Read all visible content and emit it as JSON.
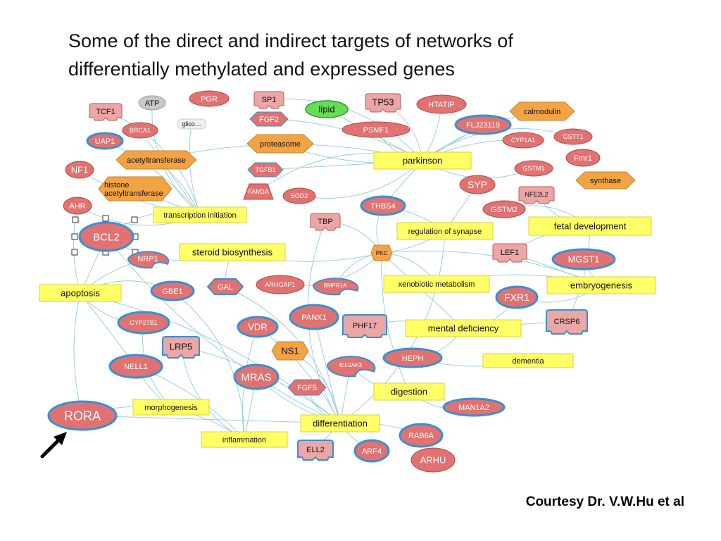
{
  "title": {
    "line1": "Some of the direct and indirect targets of networks of",
    "line2": "differentially methylated and expressed genes"
  },
  "courtesy": "Courtesy Dr. V.W.Hu et al",
  "colors": {
    "gene_fill": "#e07272",
    "gene_ring": "#3a8fd4",
    "process_fill": "#ffff66",
    "family_fill": "#f2a444",
    "lipid_fill": "#66dd55",
    "atp_fill": "#c8c8c8",
    "edge": "#8cc6dc"
  },
  "nodes": [
    {
      "label": "TCF1",
      "kind": "tab"
    },
    {
      "label": "ATP",
      "kind": "gray"
    },
    {
      "label": "PGR",
      "kind": "gene"
    },
    {
      "label": "SP1",
      "kind": "tab"
    },
    {
      "label": "TP53",
      "kind": "tab"
    },
    {
      "label": "lipid",
      "kind": "lipid"
    },
    {
      "label": "HTATIP",
      "kind": "gene"
    },
    {
      "label": "calmodulin",
      "kind": "hex"
    },
    {
      "label": "glico…",
      "kind": "small"
    },
    {
      "label": "FGF2",
      "kind": "diamond"
    },
    {
      "label": "BRCA1",
      "kind": "gene"
    },
    {
      "label": "PSMF1",
      "kind": "gene"
    },
    {
      "label": "FLJ23119",
      "kind": "ring"
    },
    {
      "label": "UAP1",
      "kind": "ring"
    },
    {
      "label": "proteasome",
      "kind": "hex"
    },
    {
      "label": "CYP1A1",
      "kind": "gene"
    },
    {
      "label": "GSTT1",
      "kind": "gene"
    },
    {
      "label": "acetyltransferase",
      "kind": "hex"
    },
    {
      "label": "parkinson",
      "kind": "process"
    },
    {
      "label": "Fmr1",
      "kind": "gene"
    },
    {
      "label": "NF1",
      "kind": "gene"
    },
    {
      "label": "TGFB1",
      "kind": "diamond"
    },
    {
      "label": "GSTM1",
      "kind": "gene"
    },
    {
      "label": "synthase",
      "kind": "hex"
    },
    {
      "label": "FAM3A",
      "kind": "triangle"
    },
    {
      "label": "SOD2",
      "kind": "gene"
    },
    {
      "label": "SYP",
      "kind": "gene"
    },
    {
      "label": "NFE2L2",
      "kind": "tab"
    },
    {
      "label": "AHR",
      "kind": "gene"
    },
    {
      "label": "transcription initiation",
      "kind": "process"
    },
    {
      "label": "THBS4",
      "kind": "ring"
    },
    {
      "label": "GSTM2",
      "kind": "gene"
    },
    {
      "label": "TBP",
      "kind": "tab"
    },
    {
      "label": "fetal development",
      "kind": "process"
    },
    {
      "label": "BCL2",
      "kind": "ring"
    },
    {
      "label": "regulation of synapse",
      "kind": "process"
    },
    {
      "label": "steroid biosynthesis",
      "kind": "process"
    },
    {
      "label": "PKC",
      "kind": "hex"
    },
    {
      "label": "LEF1",
      "kind": "tab"
    },
    {
      "label": "MGST1",
      "kind": "ring"
    },
    {
      "label": "NRP1",
      "kind": "crescent"
    },
    {
      "label": "ARHGAP1",
      "kind": "gene"
    },
    {
      "label": "BMPR1A",
      "kind": "crescent"
    },
    {
      "label": "xenobiotic metabolism",
      "kind": "process"
    },
    {
      "label": "embryogenesis",
      "kind": "process"
    },
    {
      "label": "apoptosis",
      "kind": "process"
    },
    {
      "label": "GBE1",
      "kind": "ring"
    },
    {
      "label": "GAL",
      "kind": "diamond"
    },
    {
      "label": "FXR1",
      "kind": "ring"
    },
    {
      "label": "PANX1",
      "kind": "ring"
    },
    {
      "label": "CYP27B1",
      "kind": "ring"
    },
    {
      "label": "CRSP6",
      "kind": "tab"
    },
    {
      "label": "VDR",
      "kind": "ring"
    },
    {
      "label": "PHF17",
      "kind": "tab"
    },
    {
      "label": "mental deficiency",
      "kind": "process"
    },
    {
      "label": "LRP5",
      "kind": "tab"
    },
    {
      "label": "NS1",
      "kind": "hex"
    },
    {
      "label": "HEPH",
      "kind": "ring"
    },
    {
      "label": "dementia",
      "kind": "process"
    },
    {
      "label": "NELL1",
      "kind": "ring"
    },
    {
      "label": "EIF2AK3",
      "kind": "crescent"
    },
    {
      "label": "MRAS",
      "kind": "ring"
    },
    {
      "label": "FGF5",
      "kind": "diamond"
    },
    {
      "label": "digestion",
      "kind": "process"
    },
    {
      "label": "MAN1A2",
      "kind": "ring"
    },
    {
      "label": "morphogenesis",
      "kind": "process"
    },
    {
      "label": "RORA",
      "kind": "ring"
    },
    {
      "label": "differentiation",
      "kind": "process"
    },
    {
      "label": "RAB6A",
      "kind": "ring"
    },
    {
      "label": "inflammation",
      "kind": "process"
    },
    {
      "label": "ELL2",
      "kind": "tab"
    },
    {
      "label": "ARF4",
      "kind": "ring"
    },
    {
      "label": "ARHU",
      "kind": "gene"
    },
    {
      "label": "histone\nacetyltransferase",
      "kind": "hex"
    }
  ]
}
